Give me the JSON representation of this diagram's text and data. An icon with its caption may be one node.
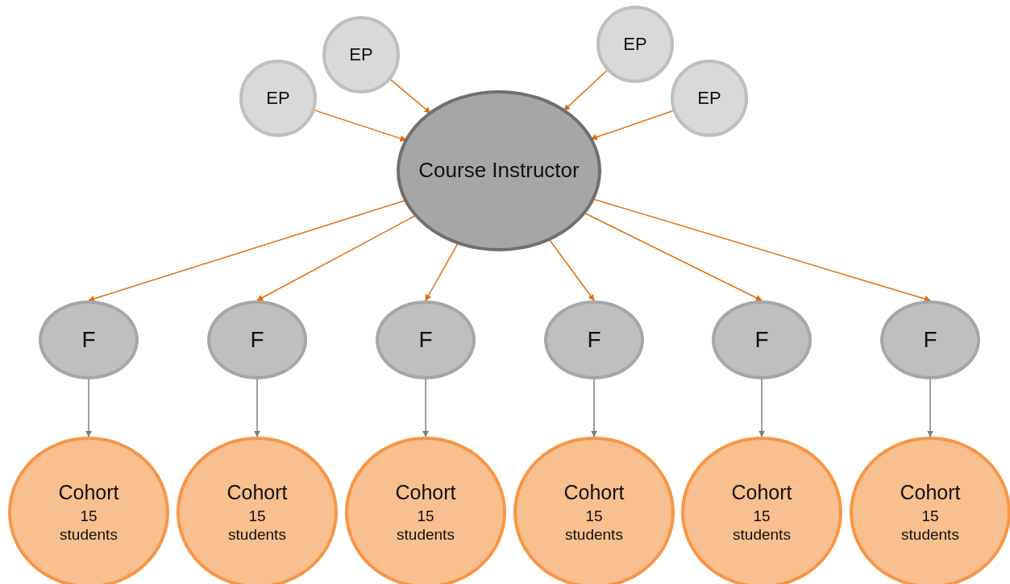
{
  "diagram": {
    "nodes": [
      {
        "text": [
          "EP"
        ]
      },
      {
        "text": [
          "EP"
        ]
      },
      {
        "text": [
          "EP"
        ]
      },
      {
        "text": [
          "EP"
        ]
      },
      {
        "text": [
          "Course Instructor"
        ]
      },
      {
        "text": [
          "F"
        ]
      },
      {
        "text": [
          "F"
        ]
      },
      {
        "text": [
          "F"
        ]
      },
      {
        "text": [
          "F"
        ]
      },
      {
        "text": [
          "F"
        ]
      },
      {
        "text": [
          "F"
        ]
      },
      {
        "text": [
          "Cohort",
          "15 students"
        ]
      },
      {
        "text": [
          "Cohort",
          "15 students"
        ]
      },
      {
        "text": [
          "Cohort",
          "15 students"
        ]
      },
      {
        "text": [
          "Cohort",
          "15 students"
        ]
      },
      {
        "text": [
          "Cohort",
          "15 students"
        ]
      },
      {
        "text": [
          "Cohort",
          "15 students"
        ]
      }
    ],
    "edges": [
      {
        "from": 0,
        "to": 4,
        "arrow": "to"
      },
      {
        "from": 1,
        "to": 4,
        "arrow": "to"
      },
      {
        "from": 2,
        "to": 4,
        "arrow": "to"
      },
      {
        "from": 3,
        "to": 4,
        "arrow": "to"
      },
      {
        "from": 4,
        "to": 5,
        "arrow": "to"
      },
      {
        "from": 4,
        "to": 6,
        "arrow": "to"
      },
      {
        "from": 4,
        "to": 7,
        "arrow": "to"
      },
      {
        "from": 4,
        "to": 8,
        "arrow": "to"
      },
      {
        "from": 4,
        "to": 9,
        "arrow": "to"
      },
      {
        "from": 4,
        "to": 10,
        "arrow": "to"
      },
      {
        "from": 5,
        "to": 11,
        "arrow": "to",
        "color": "#7f7f7f"
      },
      {
        "from": 6,
        "to": 12,
        "arrow": "to",
        "color": "#7f7f7f"
      },
      {
        "from": 7,
        "to": 13,
        "arrow": "to",
        "color": "#7f7f7f"
      },
      {
        "from": 8,
        "to": 14,
        "arrow": "to",
        "color": "#7f7f7f"
      },
      {
        "from": 9,
        "to": 15,
        "arrow": "to",
        "color": "#7f7f7f"
      },
      {
        "from": 10,
        "to": 16,
        "arrow": "to",
        "color": "#7f7f7f"
      }
    ]
  }
}
